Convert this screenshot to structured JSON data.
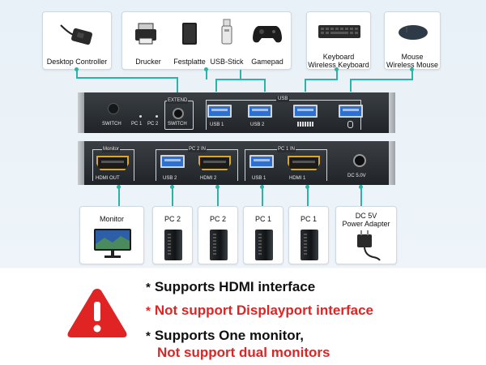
{
  "colors": {
    "connector": "#2bb3a8",
    "warning": "#e02424",
    "text": "#111111",
    "usb": "#2e6fd3",
    "hdmi_gold": "#d9a630"
  },
  "top_devices": [
    {
      "label": "Desktop Controller",
      "icon": "desktop-controller-icon"
    },
    {
      "label": "Drucker",
      "icon": "printer-icon"
    },
    {
      "label": "Festplatte",
      "icon": "hard-drive-icon"
    },
    {
      "label": "USB-Stick",
      "icon": "usb-stick-icon"
    },
    {
      "label": "Gamepad",
      "icon": "gamepad-icon"
    },
    {
      "label_line1": "Keyboard",
      "label_line2": "Wireless Keyboard",
      "icon": "keyboard-icon"
    },
    {
      "label_line1": "Mouse",
      "label_line2": "Wireless Mouse",
      "icon": "mouse-icon"
    }
  ],
  "front_panel": {
    "switch_label": "SWITCH",
    "pc1": "PC 1",
    "pc2": "PC 2",
    "extend": "EXTEND",
    "extend_switch": "SWITCH",
    "usb_group": "USB",
    "usb1": "USB 1",
    "usb2": "USB 2"
  },
  "back_panel": {
    "monitor": "Monitor",
    "hdmi_out": "HDMI OUT",
    "pc2_in": "PC 2 IN",
    "pc1_in": "PC 1 IN",
    "usb2": "USB 2",
    "hdmi2": "HDMI 2",
    "usb1": "USB 1",
    "hdmi1": "HDMI 1",
    "dc": "DC 5.0V"
  },
  "bottom_devices": [
    {
      "label": "Monitor",
      "icon": "monitor-icon"
    },
    {
      "label": "PC 2",
      "icon": "pc-tower-icon"
    },
    {
      "label": "PC 2",
      "icon": "pc-tower-icon"
    },
    {
      "label": "PC 1",
      "icon": "pc-tower-icon"
    },
    {
      "label": "PC 1",
      "icon": "pc-tower-icon"
    },
    {
      "label_line1": "DC 5V",
      "label_line2": "Power Adapter",
      "icon": "power-adapter-icon"
    }
  ],
  "notes": {
    "star": "*",
    "line1": "Supports HDMI interface",
    "line2": "Not support Displayport interface",
    "line3": "Supports One monitor,",
    "line4": "Not support dual monitors"
  }
}
